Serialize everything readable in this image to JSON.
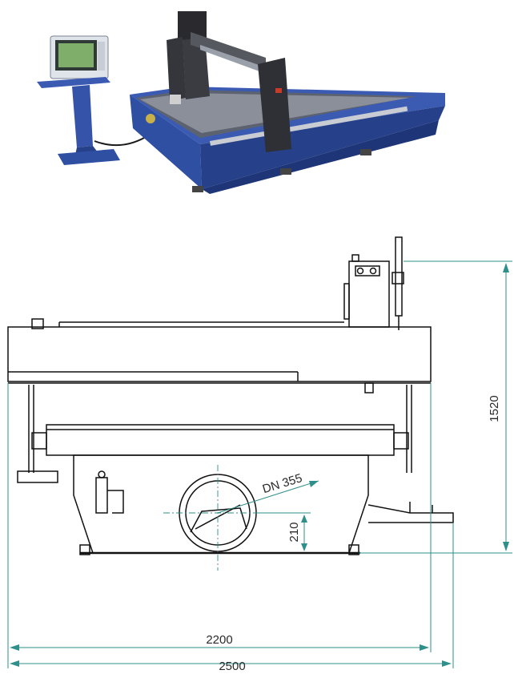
{
  "drawing": {
    "dimensions": {
      "height_total": "1520",
      "width_inner": "2200",
      "width_total": "2500",
      "drain_diameter": "DN 355",
      "drain_height": "210"
    },
    "colors": {
      "machine_blue": "#2f4fa3",
      "machine_blue_dark": "#1e3578",
      "dimension_line": "#2f8f8a",
      "outline": "#111111"
    }
  }
}
